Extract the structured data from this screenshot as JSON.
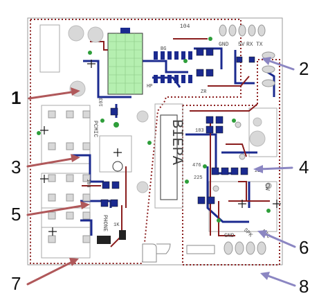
{
  "callouts": [
    {
      "label": "1",
      "color": "#b0585a"
    },
    {
      "label": "2",
      "color": "#8b86c2"
    },
    {
      "label": "3",
      "color": "#b0585a"
    },
    {
      "label": "4",
      "color": "#8b86c2"
    },
    {
      "label": "5",
      "color": "#b0585a"
    },
    {
      "label": "6",
      "color": "#8b86c2"
    },
    {
      "label": "7",
      "color": "#b0585a"
    },
    {
      "label": "8",
      "color": "#8b86c2"
    }
  ],
  "silkscreen": {
    "top_header": "GND",
    "top_header_b": "5V",
    "top_header_c": "RX",
    "top_header_d": "TX",
    "cap_top": "104",
    "brand": "BIEPA",
    "pcmic": "PCMIC",
    "phone": "PHONE",
    "bottom_gnd": "GND",
    "bottom_spk": "SPK",
    "bottom_mic": "MIC",
    "lbl_103": "103",
    "lbl_183": "183",
    "lbl_224": "224",
    "lbl_225": "225",
    "lbl_476": "476",
    "lbl_104b": "104",
    "lbl_1k": "1K",
    "lbl_cw": "CW",
    "lbl_hp": "HP",
    "lbl_zr": "ZR",
    "lbl_bg": "BG"
  },
  "colors": {
    "trace_blue": "#1b2a8f",
    "trace_red": "#8a1d1d",
    "outline_red": "#8a1d1d",
    "ic_green": "#b5efb0",
    "pad_gray": "#d8d8d8",
    "board_bg": "#ffffff"
  }
}
